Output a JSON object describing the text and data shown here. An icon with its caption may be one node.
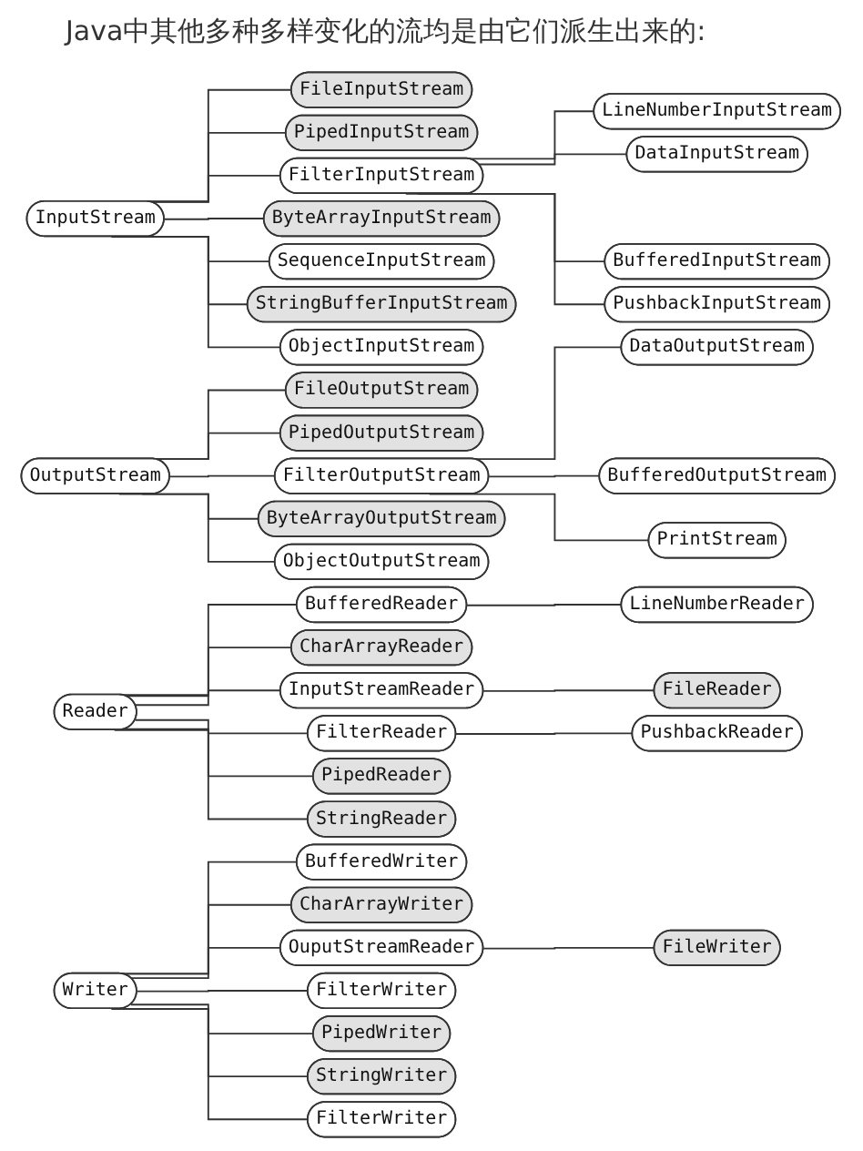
{
  "diagram": {
    "title": "Java中其他多种多样变化的流均是由它们派生出来的:",
    "nodes": [
      {
        "text": [
          "InputStream"
        ]
      },
      {
        "text": [
          "FileInputStream"
        ]
      },
      {
        "text": [
          "PipedInputStream"
        ]
      },
      {
        "text": [
          "FilterInputStream"
        ]
      },
      {
        "text": [
          "ByteArrayInputStream"
        ]
      },
      {
        "text": [
          "SequenceInputStream"
        ]
      },
      {
        "text": [
          "StringBufferInputStream"
        ]
      },
      {
        "text": [
          "ObjectInputStream"
        ]
      },
      {
        "text": [
          "LineNumberInputStream"
        ]
      },
      {
        "text": [
          "DataInputStream"
        ]
      },
      {
        "text": [
          "BufferedInputStream"
        ]
      },
      {
        "text": [
          "PushbackInputStream"
        ]
      },
      {
        "text": [
          "OutputStream"
        ]
      },
      {
        "text": [
          "FileOutputStream"
        ]
      },
      {
        "text": [
          "PipedOutputStream"
        ]
      },
      {
        "text": [
          "FilterOutputStream"
        ]
      },
      {
        "text": [
          "ByteArrayOutputStream"
        ]
      },
      {
        "text": [
          "ObjectOutputStream"
        ]
      },
      {
        "text": [
          "DataOutputStream"
        ]
      },
      {
        "text": [
          "BufferedOutputStream"
        ]
      },
      {
        "text": [
          "PrintStream"
        ]
      },
      {
        "text": [
          "Reader"
        ]
      },
      {
        "text": [
          "BufferedReader"
        ]
      },
      {
        "text": [
          "CharArrayReader"
        ]
      },
      {
        "text": [
          "InputStreamReader"
        ]
      },
      {
        "text": [
          "FilterReader"
        ]
      },
      {
        "text": [
          "PipedReader"
        ]
      },
      {
        "text": [
          "StringReader"
        ]
      },
      {
        "text": [
          "LineNumberReader"
        ]
      },
      {
        "text": [
          "FileReader"
        ]
      },
      {
        "text": [
          "PushbackReader"
        ]
      },
      {
        "text": [
          "Writer"
        ]
      },
      {
        "text": [
          "BufferedWriter"
        ]
      },
      {
        "text": [
          "CharArrayWriter"
        ]
      },
      {
        "text": [
          "OuputStreamReader"
        ]
      },
      {
        "text": [
          "FilterWriter"
        ]
      },
      {
        "text": [
          "PipedWriter"
        ]
      },
      {
        "text": [
          "StringWriter"
        ]
      },
      {
        "text": [
          "FilterWriter"
        ]
      },
      {
        "text": [
          "FileWriter"
        ]
      }
    ],
    "edges": [
      {
        "from": 0,
        "to": 1,
        "arrow": "none"
      },
      {
        "from": 0,
        "to": 2,
        "arrow": "none"
      },
      {
        "from": 0,
        "to": 3,
        "arrow": "none"
      },
      {
        "from": 0,
        "to": 4,
        "arrow": "none"
      },
      {
        "from": 0,
        "to": 5,
        "arrow": "none"
      },
      {
        "from": 0,
        "to": 6,
        "arrow": "none"
      },
      {
        "from": 0,
        "to": 7,
        "arrow": "none"
      },
      {
        "from": 3,
        "to": 8,
        "arrow": "none"
      },
      {
        "from": 3,
        "to": 9,
        "arrow": "none"
      },
      {
        "from": 3,
        "to": 10,
        "arrow": "none"
      },
      {
        "from": 3,
        "to": 11,
        "arrow": "none"
      },
      {
        "from": 12,
        "to": 13,
        "arrow": "none"
      },
      {
        "from": 12,
        "to": 14,
        "arrow": "none"
      },
      {
        "from": 12,
        "to": 15,
        "arrow": "none"
      },
      {
        "from": 12,
        "to": 16,
        "arrow": "none"
      },
      {
        "from": 12,
        "to": 17,
        "arrow": "none"
      },
      {
        "from": 15,
        "to": 18,
        "arrow": "none"
      },
      {
        "from": 15,
        "to": 19,
        "arrow": "none"
      },
      {
        "from": 15,
        "to": 20,
        "arrow": "none"
      },
      {
        "from": 21,
        "to": 22,
        "arrow": "none"
      },
      {
        "from": 21,
        "to": 23,
        "arrow": "none"
      },
      {
        "from": 21,
        "to": 24,
        "arrow": "none"
      },
      {
        "from": 21,
        "to": 25,
        "arrow": "none"
      },
      {
        "from": 21,
        "to": 26,
        "arrow": "none"
      },
      {
        "from": 21,
        "to": 27,
        "arrow": "none"
      },
      {
        "from": 22,
        "to": 28,
        "arrow": "none"
      },
      {
        "from": 24,
        "to": 29,
        "arrow": "none"
      },
      {
        "from": 25,
        "to": 30,
        "arrow": "none"
      },
      {
        "from": 31,
        "to": 32,
        "arrow": "none"
      },
      {
        "from": 31,
        "to": 33,
        "arrow": "none"
      },
      {
        "from": 31,
        "to": 34,
        "arrow": "none"
      },
      {
        "from": 31,
        "to": 35,
        "arrow": "none"
      },
      {
        "from": 31,
        "to": 36,
        "arrow": "none"
      },
      {
        "from": 31,
        "to": 37,
        "arrow": "none"
      },
      {
        "from": 31,
        "to": 38,
        "arrow": "none"
      },
      {
        "from": 34,
        "to": 39,
        "arrow": "none"
      }
    ]
  }
}
